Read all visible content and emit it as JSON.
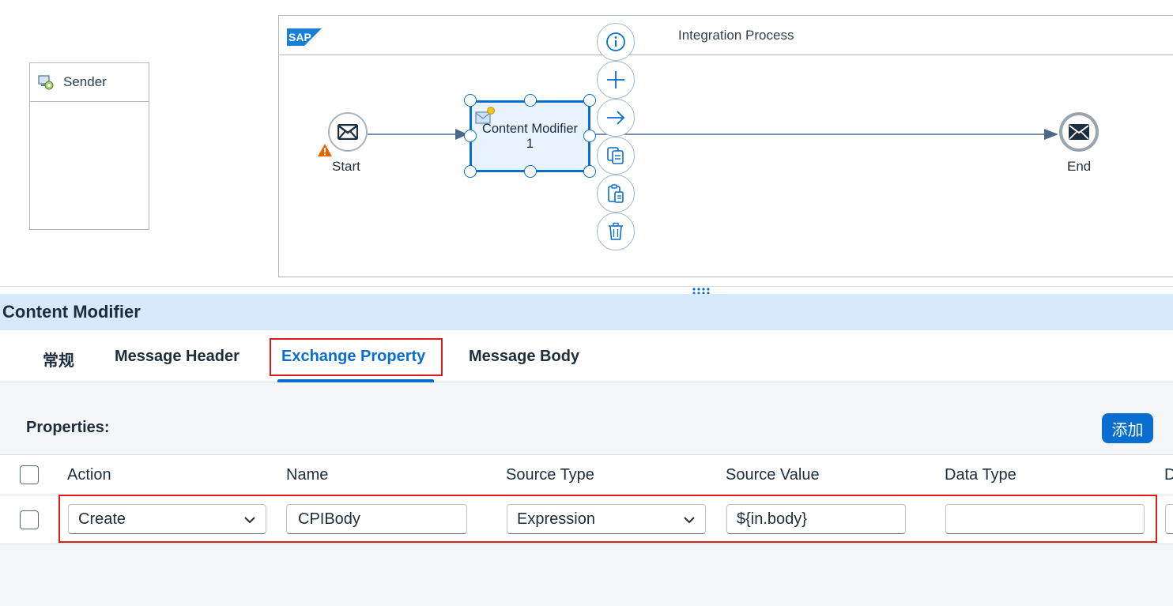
{
  "canvas": {
    "sender_label": "Sender",
    "pool_title": "Integration Process",
    "logo_text": "SAP",
    "start_label": "Start",
    "end_label": "End",
    "step_label_line1": "Content Modifier",
    "step_label_line2": "1",
    "toolbar_icons": [
      "info-icon",
      "add-icon",
      "connect-arrow-icon",
      "copy-icon",
      "paste-icon",
      "delete-icon"
    ]
  },
  "panel": {
    "title": "Content Modifier",
    "tabs": [
      {
        "label": "常规"
      },
      {
        "label": "Message Header"
      },
      {
        "label": "Exchange Property",
        "active": true
      },
      {
        "label": "Message Body"
      }
    ],
    "properties_label": "Properties:",
    "add_button": "添加"
  },
  "table": {
    "columns": [
      "Action",
      "Name",
      "Source Type",
      "Source Value",
      "Data Type",
      "D"
    ],
    "rows": [
      {
        "action": "Create",
        "name": "CPIBody",
        "source_type": "Expression",
        "source_value": "${in.body}",
        "data_type": ""
      }
    ]
  },
  "colors": {
    "accent": "#0a6ed1",
    "highlight_box": "#d91c1c",
    "panel_header_bg": "#d7eafc",
    "warning": "#e76500"
  }
}
